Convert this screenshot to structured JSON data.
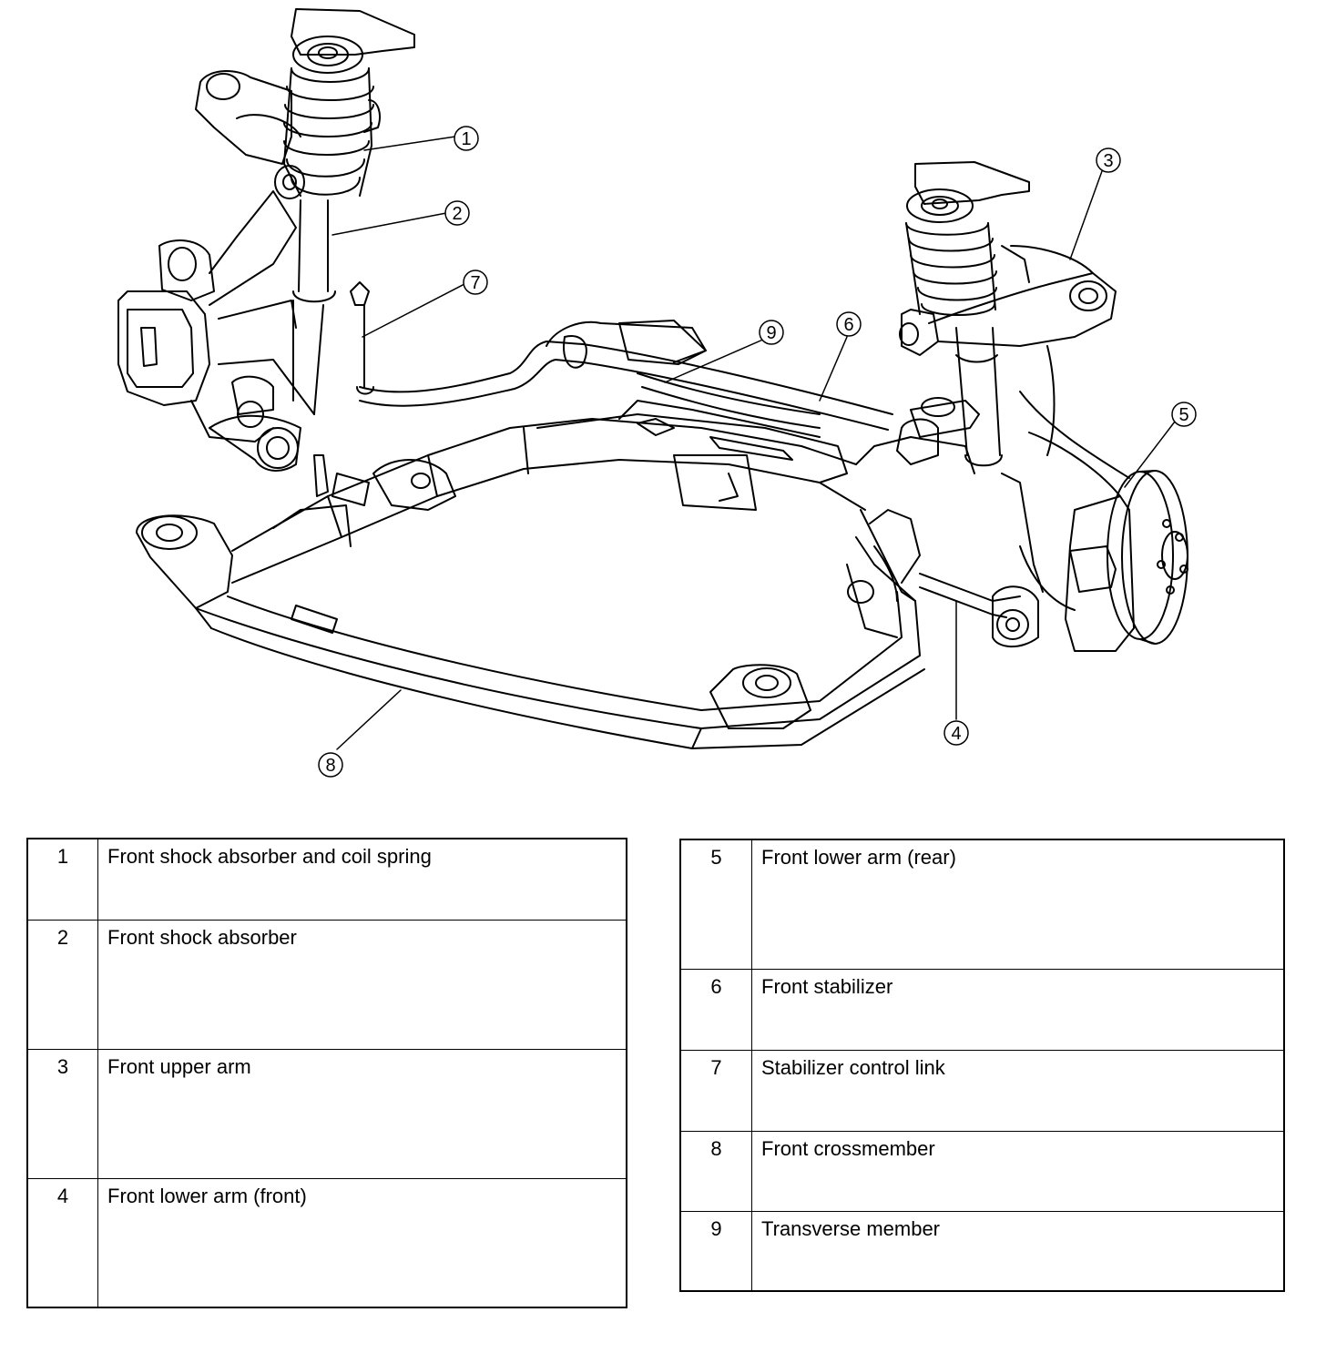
{
  "diagram": {
    "callouts": [
      "1",
      "2",
      "3",
      "4",
      "5",
      "6",
      "7",
      "8",
      "9"
    ]
  },
  "legend": {
    "left": [
      {
        "num": "1",
        "text": "Front shock absorber and coil spring"
      },
      {
        "num": "2",
        "text": "Front shock absorber"
      },
      {
        "num": "3",
        "text": "Front upper arm"
      },
      {
        "num": "4",
        "text": "Front lower arm (front)"
      }
    ],
    "right": [
      {
        "num": "5",
        "text": "Front lower arm (rear)"
      },
      {
        "num": "6",
        "text": "Front stabilizer"
      },
      {
        "num": "7",
        "text": "Stabilizer control link"
      },
      {
        "num": "8",
        "text": "Front crossmember"
      },
      {
        "num": "9",
        "text": "Transverse member"
      }
    ]
  }
}
